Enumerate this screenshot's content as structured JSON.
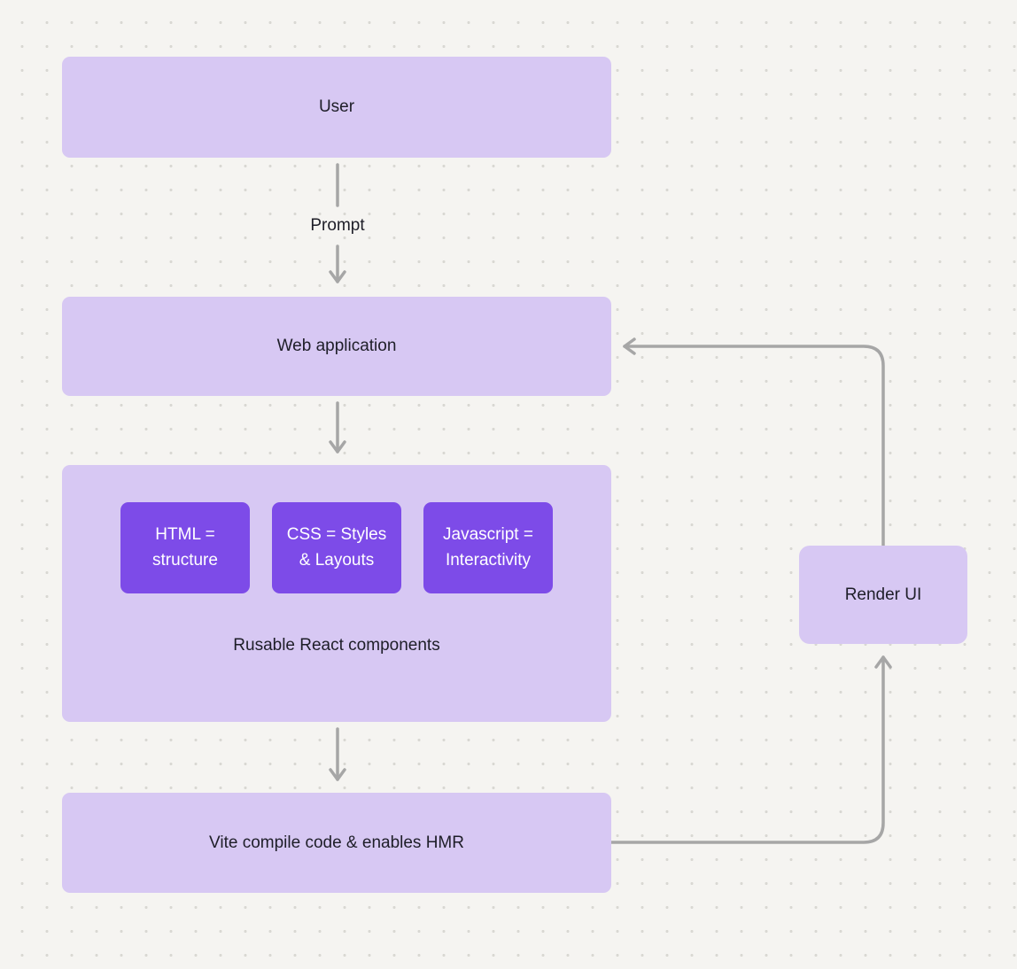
{
  "diagram": {
    "nodes": {
      "user": {
        "label": "User"
      },
      "web_application": {
        "label": "Web application"
      },
      "components_group": {
        "label": "Rusable React components",
        "children": [
          {
            "label": "HTML = structure"
          },
          {
            "label": "CSS = Styles & Layouts"
          },
          {
            "label": "Javascript = Interactivity"
          }
        ]
      },
      "vite": {
        "label": "Vite compile code & enables HMR"
      },
      "render_ui": {
        "label": "Render UI"
      }
    },
    "edges": {
      "prompt_label": "Prompt"
    },
    "colors": {
      "node_fill": "#d7c8f3",
      "accent_fill": "#7d4be8",
      "arrow": "#a6a6a6",
      "background": "#f5f4f1",
      "text_dark": "#1e1e28",
      "text_light": "#ffffff"
    }
  }
}
